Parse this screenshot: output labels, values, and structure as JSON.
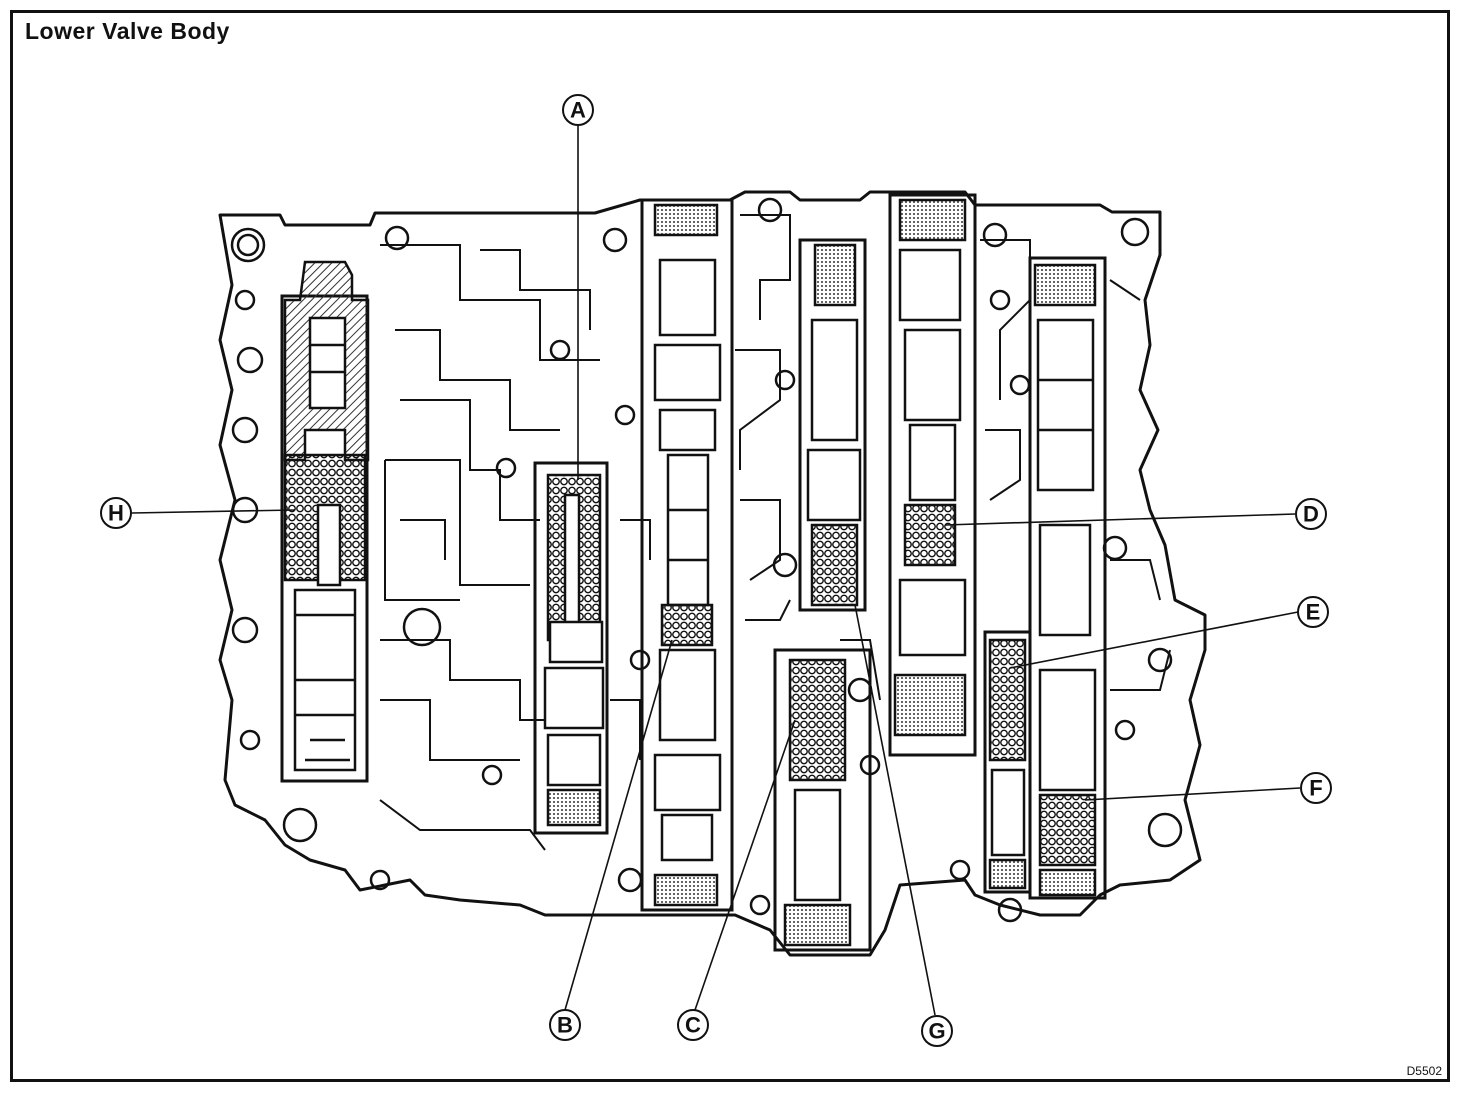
{
  "title": "Lower Valve Body",
  "figure_code": "D5502",
  "callouts": [
    {
      "id": "A",
      "label": "A"
    },
    {
      "id": "B",
      "label": "B"
    },
    {
      "id": "C",
      "label": "C"
    },
    {
      "id": "D",
      "label": "D"
    },
    {
      "id": "E",
      "label": "E"
    },
    {
      "id": "F",
      "label": "F"
    },
    {
      "id": "G",
      "label": "G"
    },
    {
      "id": "H",
      "label": "H"
    }
  ],
  "colors": {
    "ink": "#111111",
    "paper": "#ffffff",
    "hatch": "#7a7a7a"
  }
}
